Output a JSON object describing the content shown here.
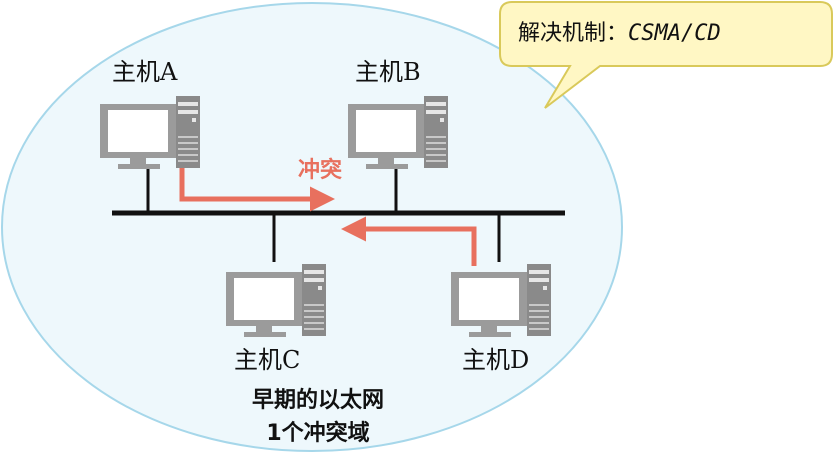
{
  "callout": {
    "prefix": "解决机制：",
    "protocol": "CSMA/CD"
  },
  "hosts": [
    {
      "id": "A",
      "label": "主机A"
    },
    {
      "id": "B",
      "label": "主机B"
    },
    {
      "id": "C",
      "label": "主机C"
    },
    {
      "id": "D",
      "label": "主机D"
    }
  ],
  "collision_label": "冲突",
  "caption": {
    "line1": "早期的以太网",
    "line2": "1个冲突域"
  },
  "colors": {
    "domain_fill": "#eef8fc",
    "domain_stroke": "#a6d7ea",
    "callout_fill": "#fff7c4",
    "callout_stroke": "#d9c95a",
    "arrow": "#e8705e",
    "computer_body": "#9b9b9b",
    "screen": "#ffffff"
  }
}
